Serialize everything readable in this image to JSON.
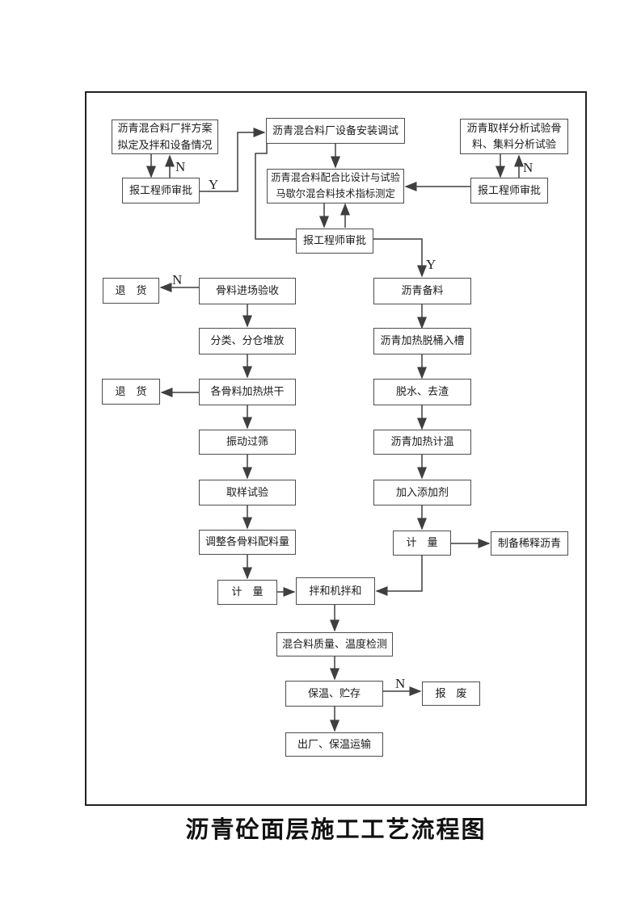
{
  "title": "沥青砼面层施工工艺流程图",
  "branches": {
    "plan_n": "N",
    "plan_y": "Y",
    "sampling_n": "N",
    "design_y": "Y",
    "aggregate_n": "N",
    "storage_n": "N"
  },
  "nodes": {
    "plan": "沥青混合料厂拌方案\n拟定及拌和设备情况",
    "approve_left": "报工程师审批",
    "install_debug": "沥青混合料厂设备安装调试",
    "mix_design": "沥青混合料配合比设计与试验\n马歇尔混合料技术指标测定",
    "sampling_test": "沥青取样分析试验骨\n料、集料分析试验",
    "approve_right": "报工程师审批",
    "approve_mid": "报工程师审批",
    "aggregate_accept": "骨料进场验收",
    "return_1": "退　货",
    "classify_stack": "分类、分仓堆放",
    "heat_dry": "各骨料加热烘干",
    "return_2": "退　货",
    "vibrate_sieve": "振动过筛",
    "sample_test": "取样试验",
    "adjust_batch": "调整各骨料配料量",
    "weigh_left": "计　量",
    "asphalt_prepare": "沥青备料",
    "heat_debucket": "沥青加热脱桶入槽",
    "dewater_slag": "脱水、去渣",
    "heat_temp": "沥青加热计温",
    "add_additive": "加入添加剂",
    "weigh_right": "计　量",
    "dilute_asphalt": "制备稀释沥青",
    "mixer_mix": "拌和机拌和",
    "quality_temp_check": "混合料质量、温度检测",
    "keep_warm_store": "保温、贮存",
    "scrap": "报　废",
    "leave_transport": "出厂、保温运输"
  }
}
